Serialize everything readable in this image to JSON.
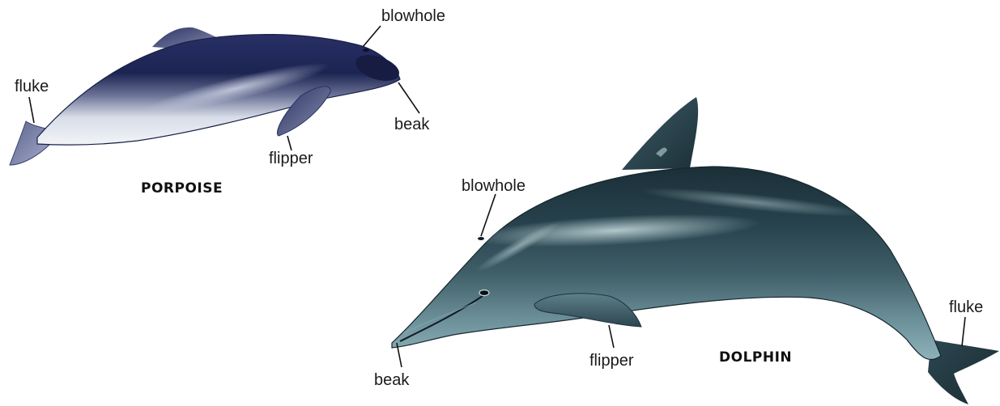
{
  "porpoise": {
    "name": "PORPOISE",
    "labels": {
      "blowhole": "blowhole",
      "fluke": "fluke",
      "beak": "beak",
      "flipper": "flipper"
    }
  },
  "dolphin": {
    "name": "DOLPHIN",
    "labels": {
      "blowhole": "blowhole",
      "fluke": "fluke",
      "beak": "beak",
      "flipper": "flipper"
    }
  },
  "colors": {
    "porpoise_dark": "#1c2452",
    "porpoise_light": "#e8ecf2",
    "dolphin_dark": "#1f3640",
    "dolphin_mid": "#4f6f78",
    "dolphin_belly": "#8fb2ba"
  }
}
